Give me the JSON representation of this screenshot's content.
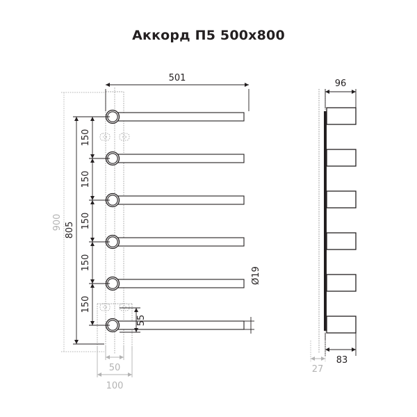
{
  "page": {
    "title": "Аккорд П5 500х800",
    "background": "#ffffff",
    "line_color": "#231f20",
    "dim_color": "#231f20",
    "gray_color": "#b3b3b3"
  },
  "front_view": {
    "name": "front-view",
    "overall_width_label": "501",
    "overall_height_black_label": "805",
    "overall_height_gray_label": "900",
    "pitch_labels": [
      "150",
      "150",
      "150",
      "150",
      "150"
    ],
    "bottom_offset_label": "55",
    "base_inner_width_label": "50",
    "base_outer_width_label": "100",
    "tube_diameter_label": "Ø19",
    "rail_count": 6
  },
  "side_view": {
    "name": "side-view",
    "top_depth_label": "96",
    "bottom_depth_label": "83",
    "wall_gap_label": "27",
    "rail_count": 6
  }
}
